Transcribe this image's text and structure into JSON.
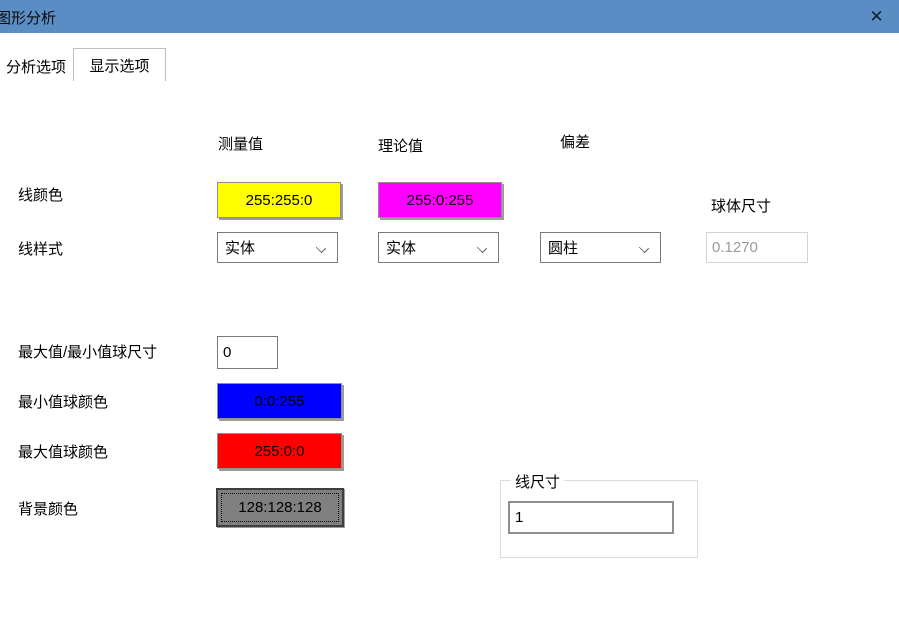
{
  "window": {
    "title": "图形分析",
    "close_glyph": "✕",
    "titlebar_color": "#5b8dc5"
  },
  "tabs": {
    "analysis": "分析选项",
    "display": "显示选项"
  },
  "columns": {
    "measured": "测量值",
    "theoretical": "理论值",
    "deviation": "偏差"
  },
  "line_color": {
    "label": "线颜色",
    "measured_value": "255:255:0",
    "measured_color": "#ffff00",
    "theoretical_value": "255:0:255",
    "theoretical_color": "#ff00ff"
  },
  "sphere_size": {
    "label": "球体尺寸",
    "value": "0.1270"
  },
  "line_style": {
    "label": "线样式",
    "measured_selected": "实体",
    "theoretical_selected": "实体",
    "deviation_selected": "圆柱"
  },
  "minmax_sphere_size": {
    "label": "最大值/最小值球尺寸",
    "value": "0"
  },
  "min_sphere_color": {
    "label": "最小值球颜色",
    "value": "0:0:255",
    "color": "#0000ff"
  },
  "max_sphere_color": {
    "label": "最大值球颜色",
    "value": "255:0:0",
    "color": "#ff0000"
  },
  "background_color": {
    "label": "背景颜色",
    "value": "128:128:128",
    "color": "#808080"
  },
  "line_size": {
    "label": "线尺寸",
    "value": "1"
  }
}
